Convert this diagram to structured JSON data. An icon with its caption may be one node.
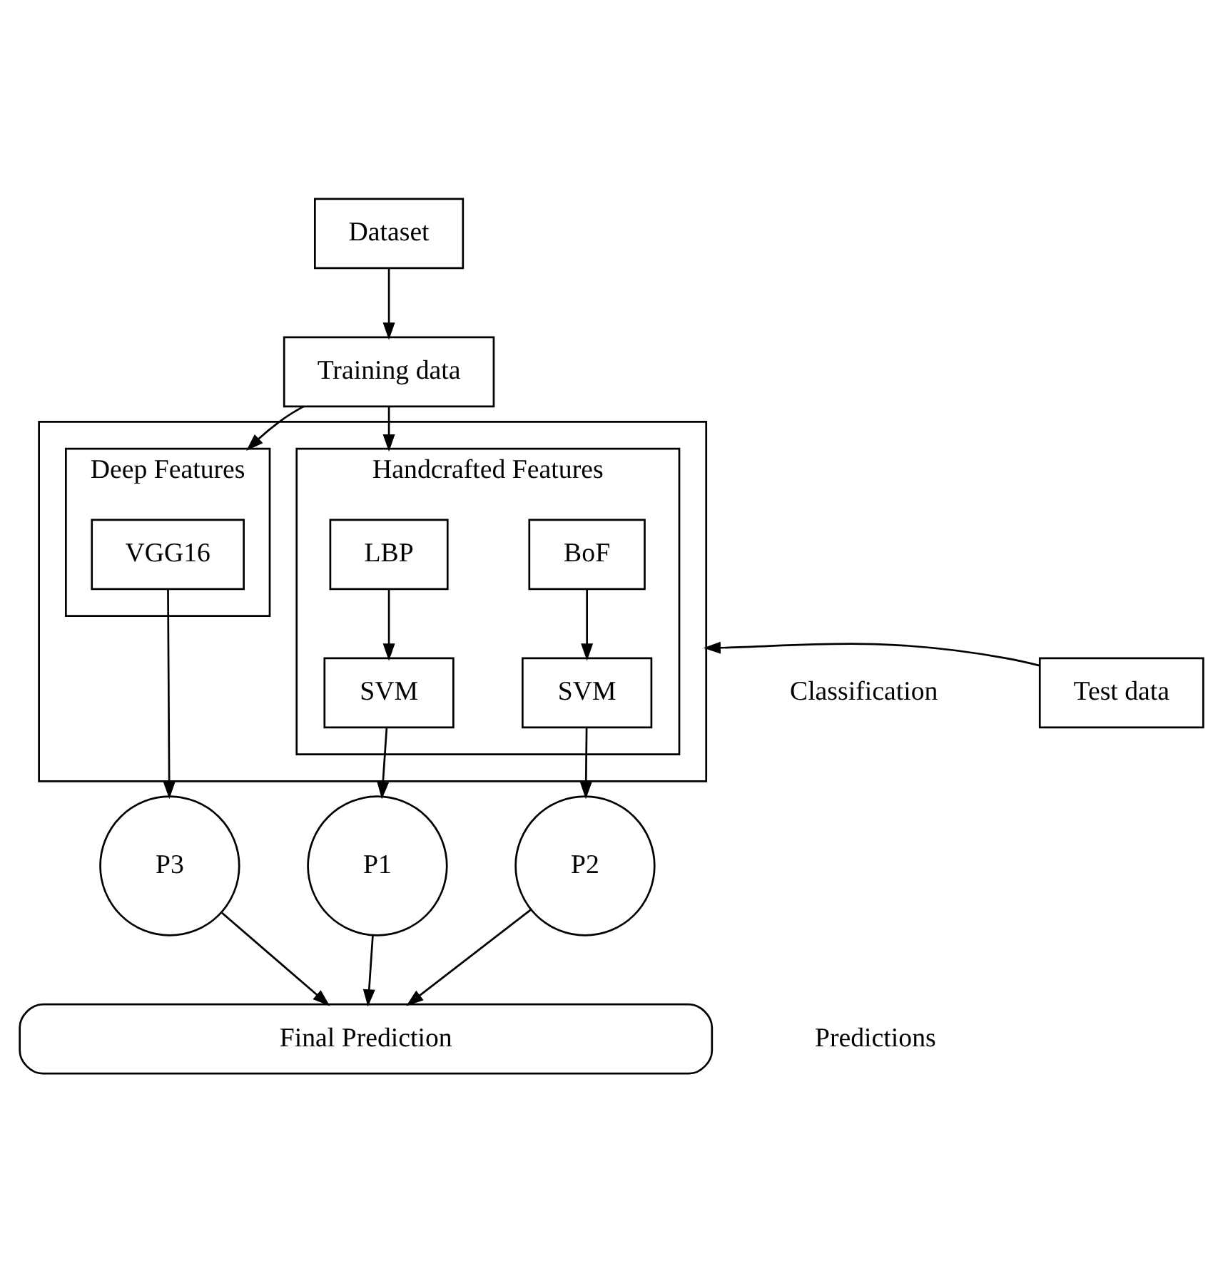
{
  "diagram": {
    "nodes": [
      {
        "text": [
          "Dataset"
        ]
      },
      {
        "text": [
          "Training data"
        ]
      },
      {
        "text": [],
        "shape": "box"
      },
      {
        "text": [
          "Handcrafted Features"
        ],
        "in": 2
      },
      {
        "text": [
          "LBP"
        ],
        "in": 3
      },
      {
        "text": [
          "BoF"
        ],
        "in": 3
      },
      {
        "text": [
          "SVM"
        ],
        "in": 3
      },
      {
        "text": [
          "SVM"
        ],
        "in": 3
      },
      {
        "text": [
          "Deep Features"
        ],
        "in": 2
      },
      {
        "text": [
          "VGG16"
        ],
        "in": 8
      },
      {
        "text": [
          "Test data"
        ]
      },
      {
        "text": [
          "P1"
        ]
      },
      {
        "text": [
          "P2"
        ]
      },
      {
        "text": [
          "P3"
        ]
      },
      {
        "text": [
          "Final Prediction"
        ]
      }
    ],
    "edges": [
      {
        "from": 0,
        "to": 1,
        "arrow": "to"
      },
      {
        "from": 1,
        "to": 3,
        "arrow": "to"
      },
      {
        "from": 1,
        "to": 8,
        "arrow": "to"
      },
      {
        "from": 4,
        "to": 6,
        "arrow": "to"
      },
      {
        "from": 5,
        "to": 7,
        "arrow": "to"
      },
      {
        "from": 10,
        "to": 2,
        "arrow": "to"
      },
      {
        "from": 6,
        "to": 11,
        "arrow": "to"
      },
      {
        "from": 7,
        "to": 12,
        "arrow": "to"
      },
      {
        "from": 9,
        "to": 13,
        "arrow": "to"
      },
      {
        "from": 11,
        "to": 14,
        "arrow": "to"
      },
      {
        "from": 12,
        "to": 14,
        "arrow": "to"
      },
      {
        "from": 13,
        "to": 14,
        "arrow": "to"
      }
    ],
    "labels": [
      "Classification",
      "Predictions"
    ]
  }
}
